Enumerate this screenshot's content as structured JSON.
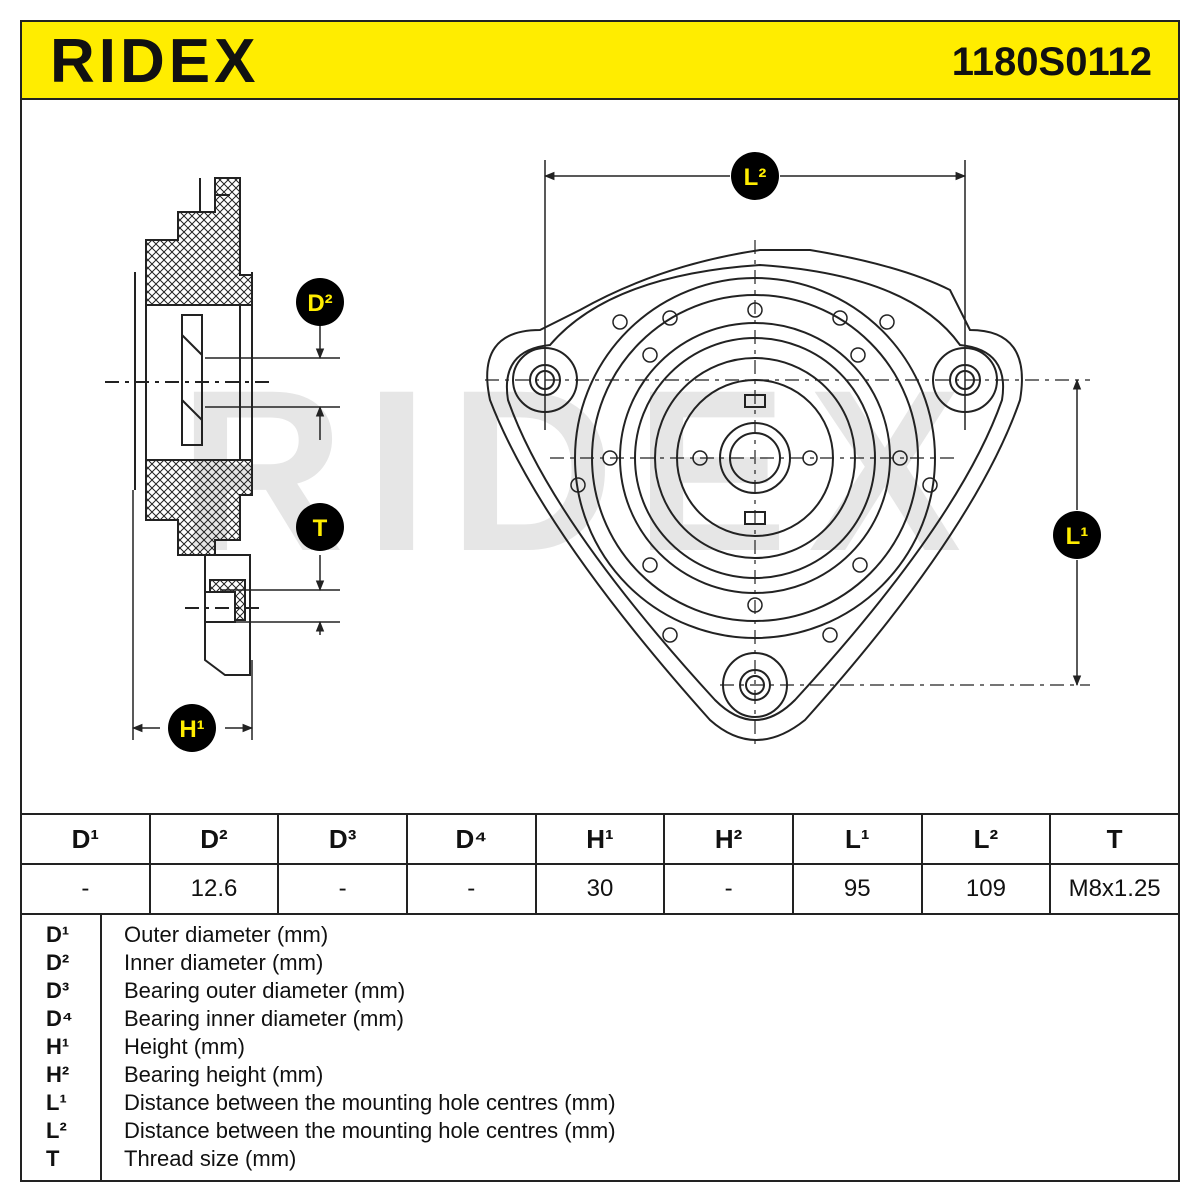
{
  "header": {
    "brand": "RIDEX",
    "part_number": "1180S0112",
    "brand_color": "#ffed00"
  },
  "drawing": {
    "watermark": "RIDEX",
    "labels": {
      "d2": "D²",
      "t": "T",
      "h1": "H¹",
      "l1": "L¹",
      "l2": "L²"
    }
  },
  "spec_table": {
    "headers": [
      "D¹",
      "D²",
      "D³",
      "D⁴",
      "H¹",
      "H²",
      "L¹",
      "L²",
      "T"
    ],
    "values": [
      "-",
      "12.6",
      "-",
      "-",
      "30",
      "-",
      "95",
      "109",
      "M8x1.25"
    ]
  },
  "legend": [
    {
      "symbol": "D¹",
      "description": "Outer diameter (mm)"
    },
    {
      "symbol": "D²",
      "description": "Inner diameter (mm)"
    },
    {
      "symbol": "D³",
      "description": "Bearing outer diameter (mm)"
    },
    {
      "symbol": "D⁴",
      "description": "Bearing inner diameter (mm)"
    },
    {
      "symbol": "H¹",
      "description": "Height (mm)"
    },
    {
      "symbol": "H²",
      "description": "Bearing height (mm)"
    },
    {
      "symbol": "L¹",
      "description": "Distance between the mounting hole centres (mm)"
    },
    {
      "symbol": "L²",
      "description": "Distance between the mounting hole centres (mm)"
    },
    {
      "symbol": "T",
      "description": "Thread size (mm)"
    }
  ]
}
